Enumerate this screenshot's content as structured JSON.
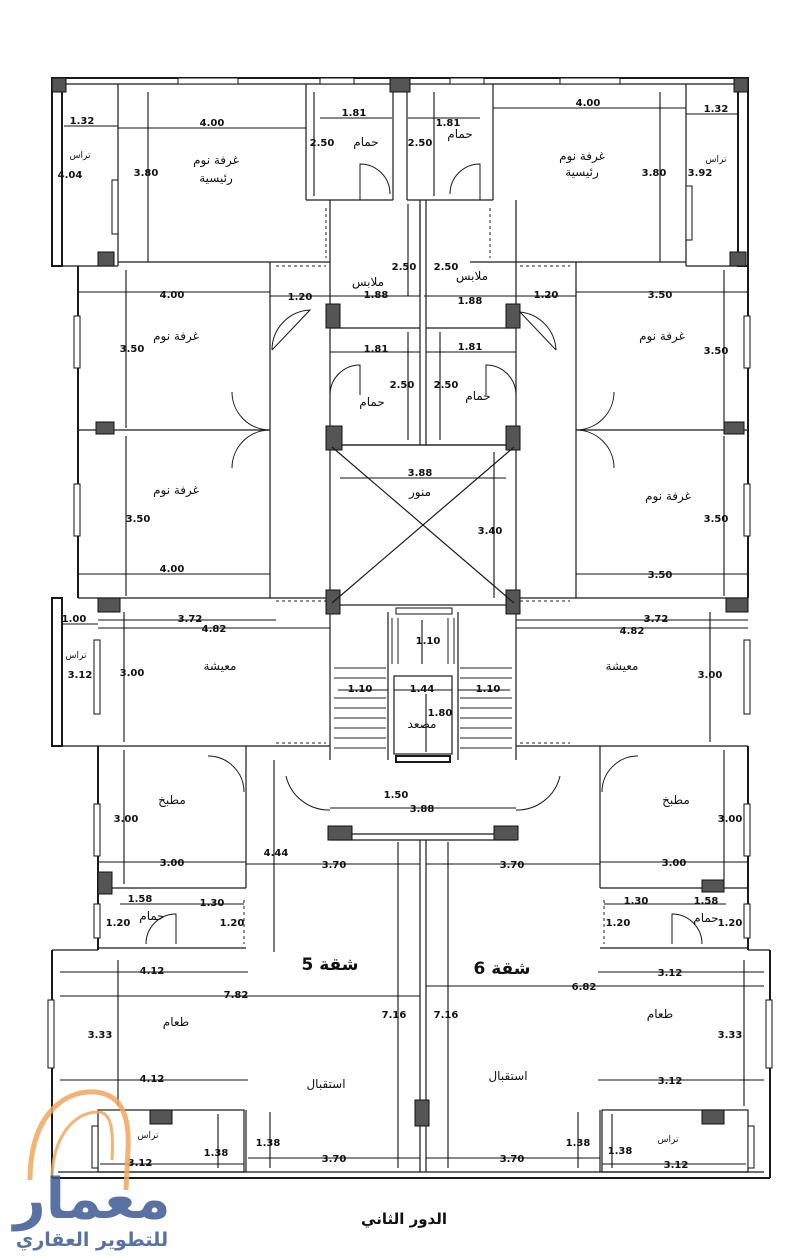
{
  "floor_title": "الدور الثاني",
  "apartments": {
    "a5": "شقة 5",
    "a6": "شقة 6"
  },
  "rooms": {
    "terrace": "تراس",
    "master_bedroom_l1": "غرفة نوم",
    "master_bedroom_l2": "رئيسية",
    "bathroom": "حمام",
    "dressing": "ملابس",
    "bedroom": "غرفة نوم",
    "lightwell": "منور",
    "living": "معيشة",
    "elevator": "مصعد",
    "kitchen": "مطبخ",
    "dining": "طعام",
    "reception": "استقبال"
  },
  "dimensions": {
    "d132": "1.32",
    "d404": "4.04",
    "d400": "4.00",
    "d380": "3.80",
    "d181": "1.81",
    "d250": "2.50",
    "d392": "3.92",
    "d188": "1.88",
    "d120": "1.20",
    "d350": "3.50",
    "d388": "3.88",
    "d340": "3.40",
    "d100": "1.00",
    "d312": "3.12",
    "d372": "3.72",
    "d482": "4.82",
    "d300": "3.00",
    "d110": "1.10",
    "d144": "1.44",
    "d180": "1.80",
    "d150": "1.50",
    "d444": "4.44",
    "d370": "3.70",
    "d158": "1.58",
    "d130": "1.30",
    "d412": "4.12",
    "d782": "7.82",
    "d682": "6.82",
    "d716": "7.16",
    "d333": "3.33",
    "d138": "1.38"
  },
  "logo": {
    "main": "معمار",
    "sub": "للتطوير العقاري"
  },
  "colors": {
    "line": "#1a1a1a",
    "column_fill": "#555555",
    "logo_blue": "#3d5a93",
    "logo_orange": "#f2a65a"
  }
}
